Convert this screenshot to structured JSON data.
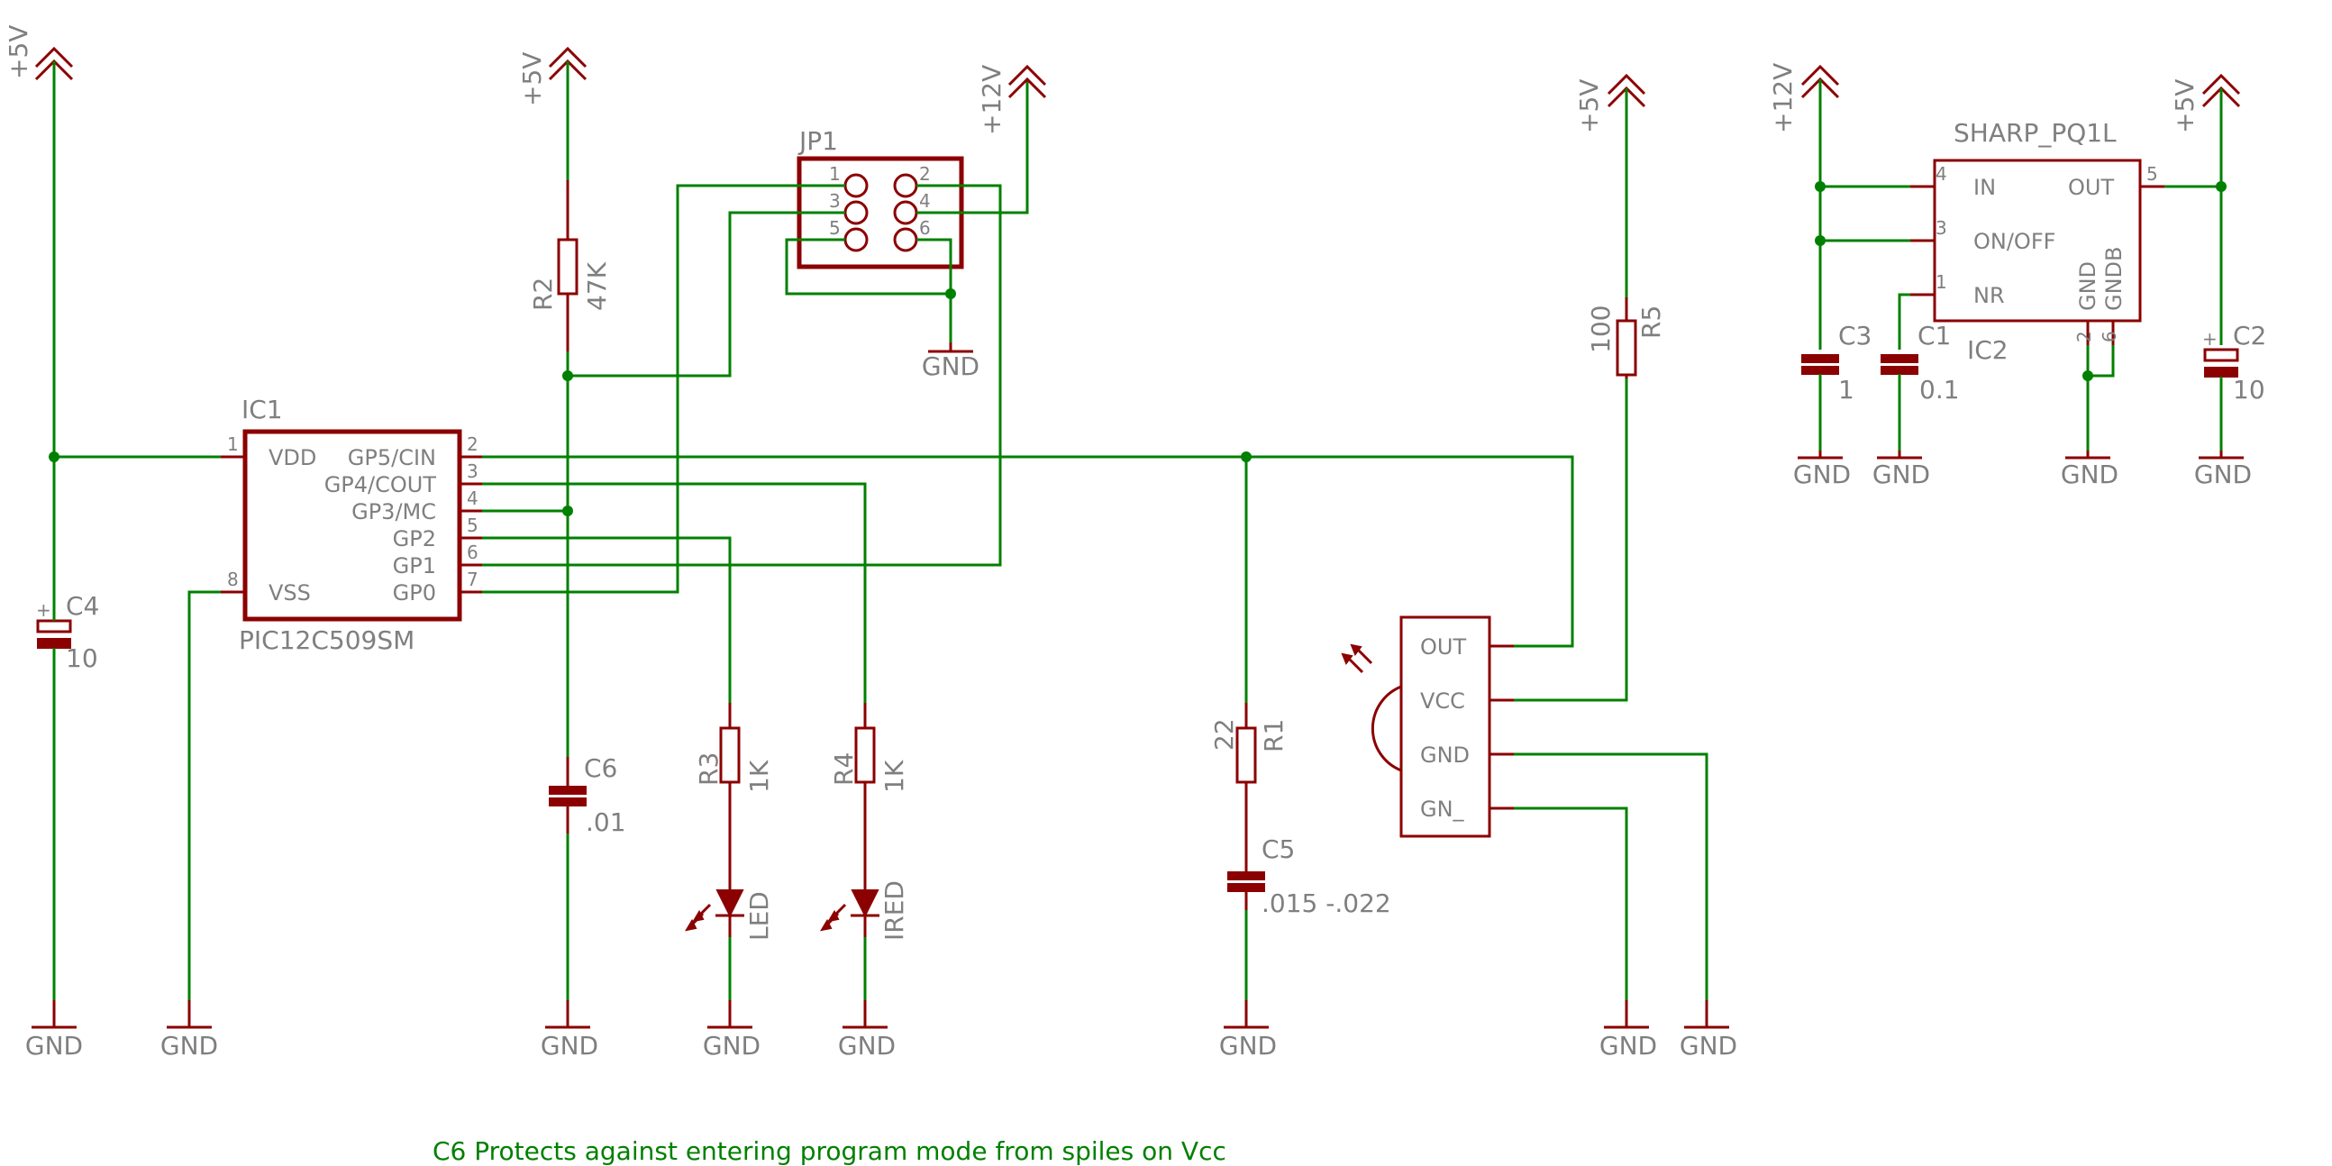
{
  "colors": {
    "wire": "#008000",
    "part": "#8b0000",
    "text": "#7f7f7f",
    "note": "#008000"
  },
  "supplies": {
    "p5v": "+5V",
    "p12v": "+12V",
    "gnd": "GND"
  },
  "ic1": {
    "name": "IC1",
    "part": "PIC12C509SM",
    "pins": {
      "vdd": "VDD",
      "vss": "VSS",
      "gp5": "GP5/CIN",
      "gp4": "GP4/COUT",
      "gp3": "GP3/MC",
      "gp2": "GP2",
      "gp1": "GP1",
      "gp0": "GP0"
    },
    "pin_numbers": {
      "vdd": "1",
      "gp5": "2",
      "gp4": "3",
      "gp3": "4",
      "gp2": "5",
      "gp1": "6",
      "gp0": "7",
      "vss": "8"
    }
  },
  "jp1": {
    "name": "JP1",
    "pin_numbers": [
      "1",
      "2",
      "3",
      "4",
      "5",
      "6"
    ]
  },
  "ic2": {
    "name": "IC2",
    "part": "SHARP_PQ1L",
    "pins": {
      "in": "IN",
      "onoff": "ON/OFF",
      "nr": "NR",
      "out": "OUT",
      "gnd": "GND",
      "gndb": "GNDB"
    },
    "pin_numbers": {
      "in": "4",
      "onoff": "3",
      "nr": "1",
      "out": "5",
      "gnd": "2",
      "gndb": "6"
    }
  },
  "ir_receiver": {
    "pins": {
      "out": "OUT",
      "vcc": "VCC",
      "gnd": "GND",
      "gn": "GN_"
    }
  },
  "resistors": {
    "r1": {
      "name": "R1",
      "value": "22"
    },
    "r2": {
      "name": "R2",
      "value": "47K"
    },
    "r3": {
      "name": "R3",
      "value": "1K"
    },
    "r4": {
      "name": "R4",
      "value": "1K"
    },
    "r5": {
      "name": "R5",
      "value": "100"
    }
  },
  "capacitors": {
    "c1": {
      "name": "C1",
      "value": "0.1"
    },
    "c2": {
      "name": "C2",
      "value": "10"
    },
    "c3": {
      "name": "C3",
      "value": "1"
    },
    "c4": {
      "name": "C4",
      "value": "10"
    },
    "c5": {
      "name": "C5",
      "value": ".015 -.022"
    },
    "c6": {
      "name": "C6",
      "value": ".01"
    }
  },
  "leds": {
    "led": {
      "value": "LED"
    },
    "ired": {
      "value": "IRED"
    }
  },
  "note": "C6 Protects against entering program mode from spiles on Vcc"
}
